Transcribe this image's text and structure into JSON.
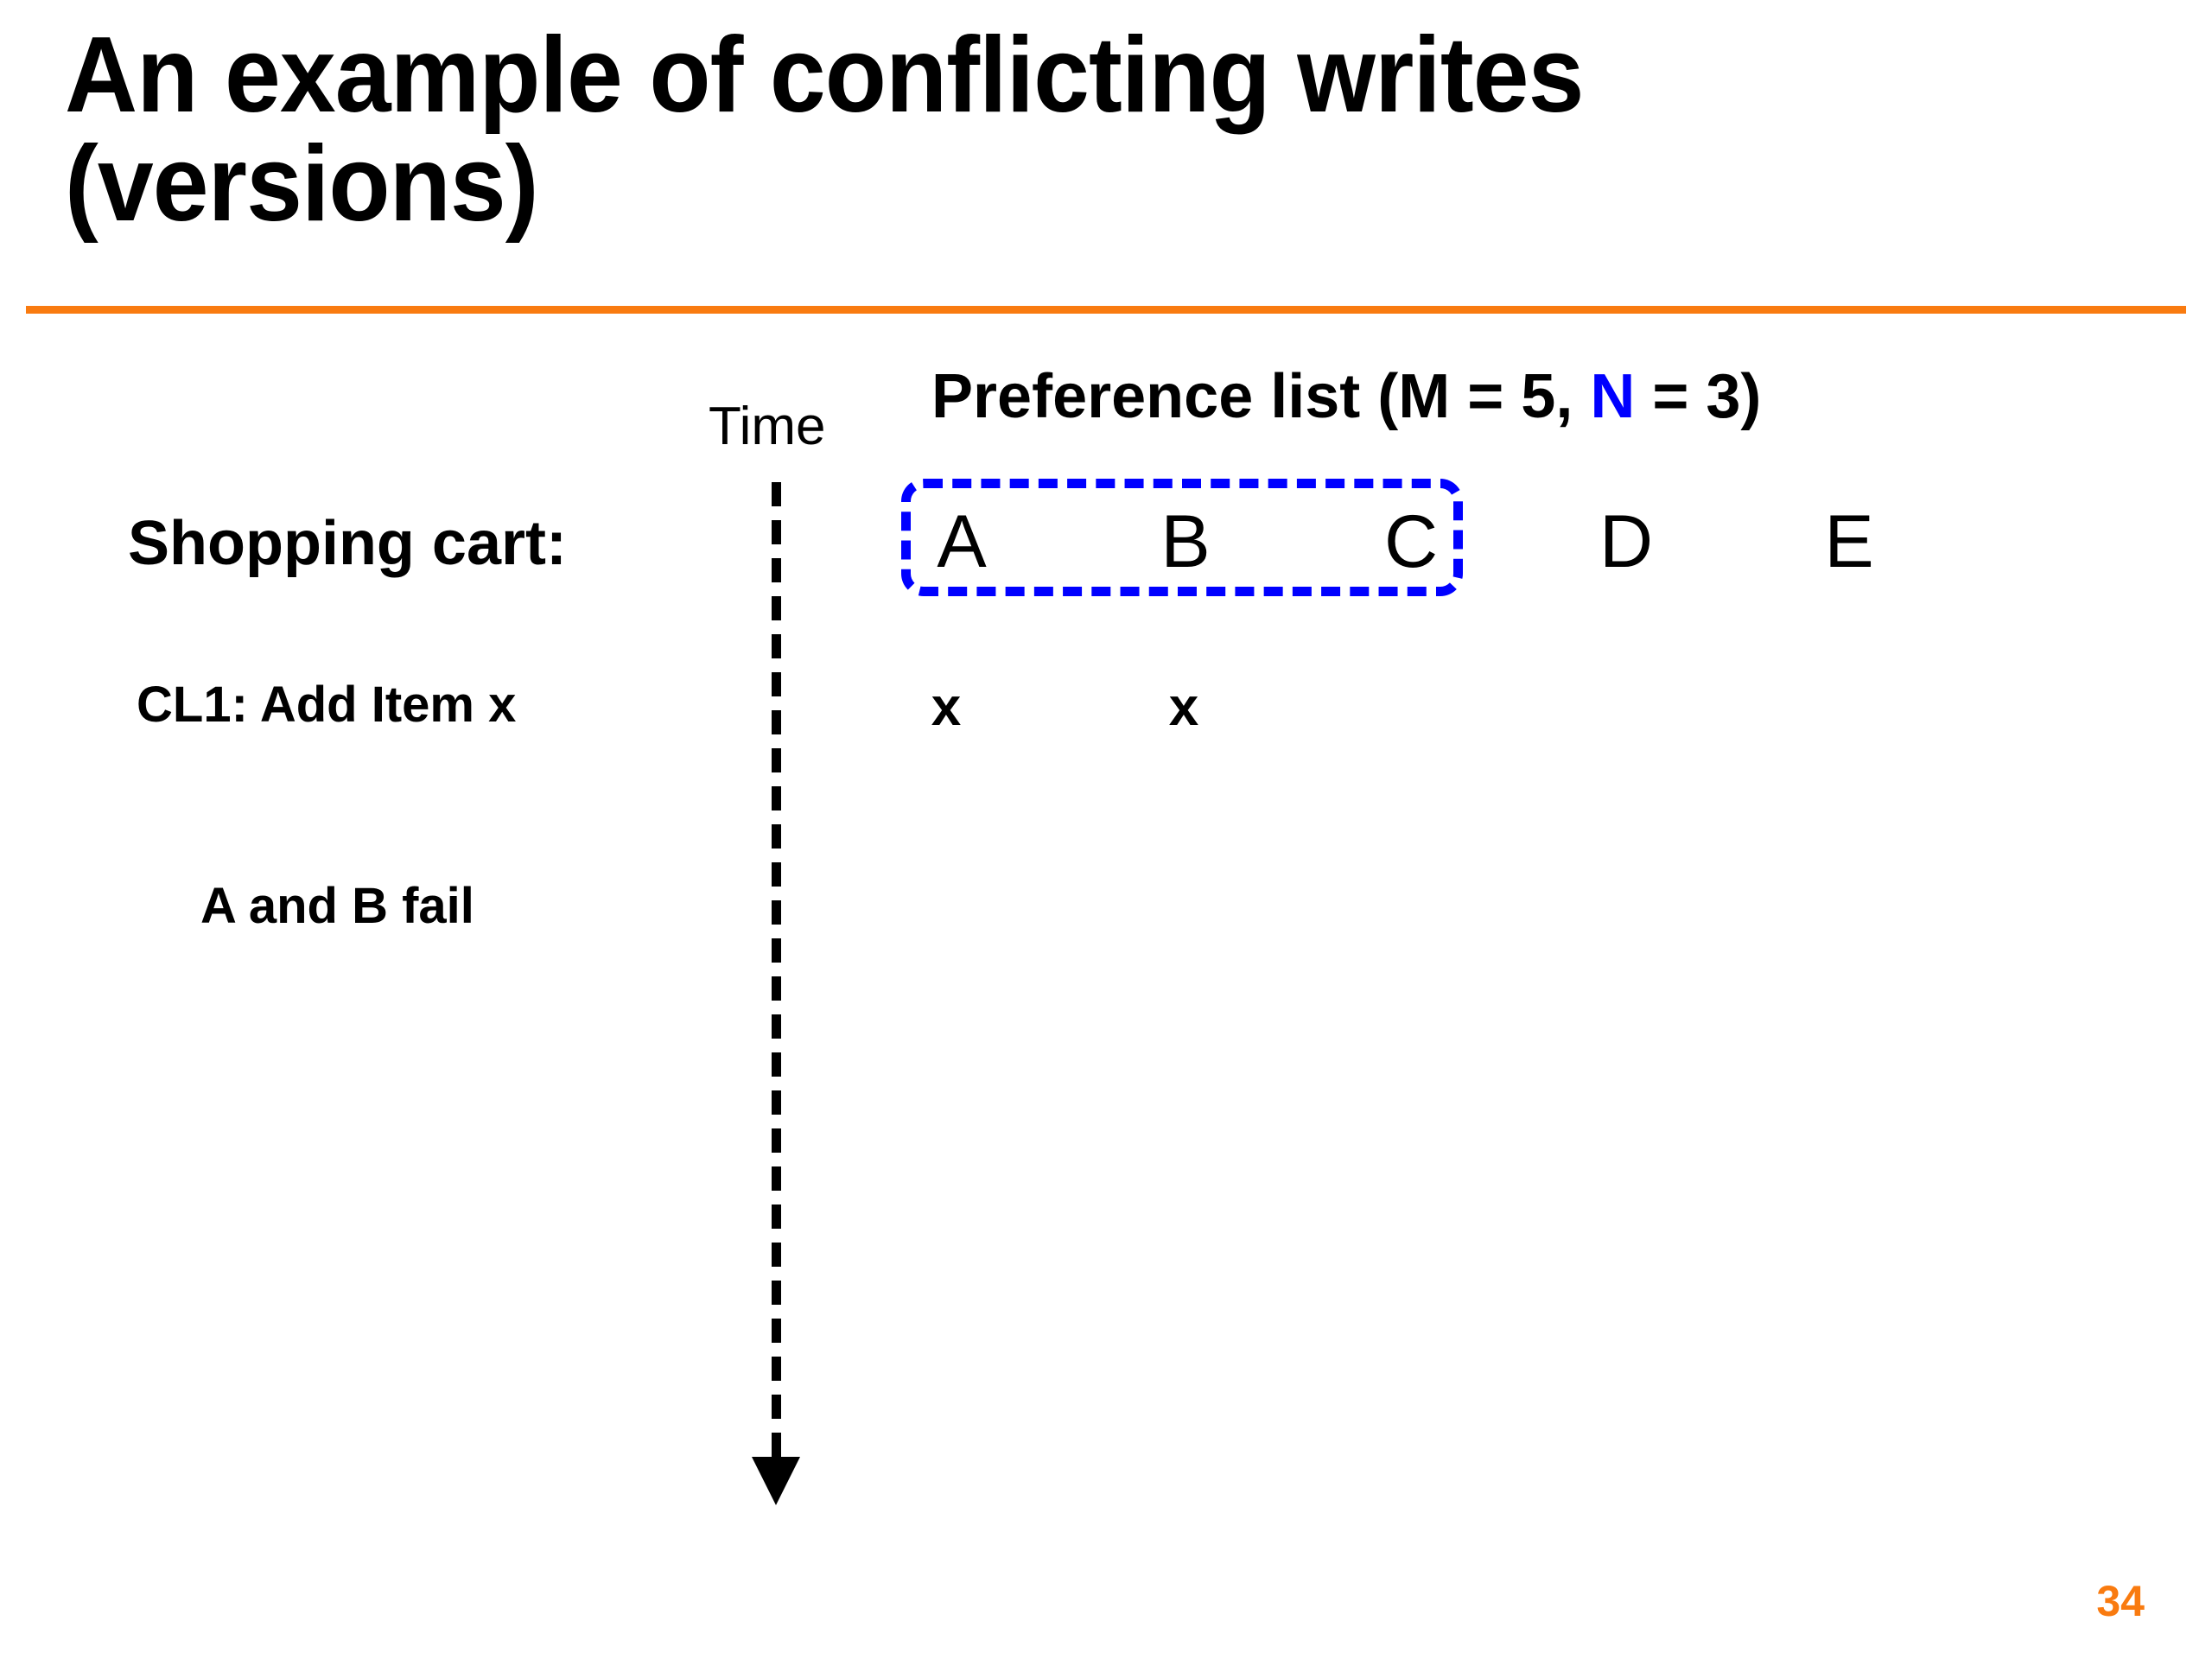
{
  "slide": {
    "title": "An example of conflicting writes\n(versions)",
    "page_number": "34",
    "accent_color": "#F97B10",
    "highlight_color": "#0000FF"
  },
  "diagram": {
    "time_axis_label": "Time",
    "preference_heading": {
      "prefix": "Preference list (M = 5, ",
      "highlight": "N",
      "suffix": " = 3)",
      "M_value": "5",
      "N_value": "3"
    },
    "row_labels": {
      "shopping_cart": "Shopping cart:",
      "client_write": "CL1: Add Item x",
      "failure": "A and B fail"
    },
    "nodes": [
      {
        "label": "A",
        "in_quorum": true
      },
      {
        "label": "B",
        "in_quorum": true
      },
      {
        "label": "C",
        "in_quorum": true
      },
      {
        "label": "D",
        "in_quorum": false
      },
      {
        "label": "E",
        "in_quorum": false
      }
    ],
    "write_marks": [
      {
        "node": "A",
        "mark": "x"
      },
      {
        "node": "B",
        "mark": "x"
      }
    ],
    "quorum_box": {
      "style": "dashed",
      "color": "#0000FF",
      "covers": "A B C"
    }
  }
}
